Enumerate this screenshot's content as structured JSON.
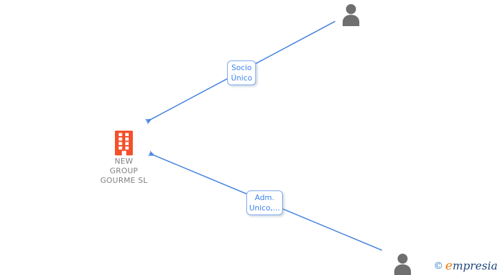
{
  "company": {
    "name_line1": "NEW",
    "name_line2": "GROUP",
    "name_line3": "GOURME SL",
    "full_name": "NEW GROUP GOURME SL"
  },
  "edges": [
    {
      "line1": "Socio",
      "line2": "Único",
      "full_label": "Socio Único"
    },
    {
      "line1": "Adm.",
      "line2": "Unico,...",
      "full_label": "Adm. Unico,..."
    }
  ],
  "icons": {
    "company": "building-icon",
    "top_shareholder": "person-icon",
    "bottom_administrator": "person-icon"
  },
  "colors": {
    "edge_blue": "#4a86e0",
    "label_text_blue": "#3c82f0",
    "label_border_blue": "#7aa8f2",
    "building_orange": "#f4502a",
    "person_gray": "#6f6f6f",
    "company_text_gray": "#808080"
  },
  "watermark": {
    "copyright_symbol": "©",
    "brand_first": "e",
    "brand_rest": "mpresia",
    "brand_full": "empresia"
  }
}
